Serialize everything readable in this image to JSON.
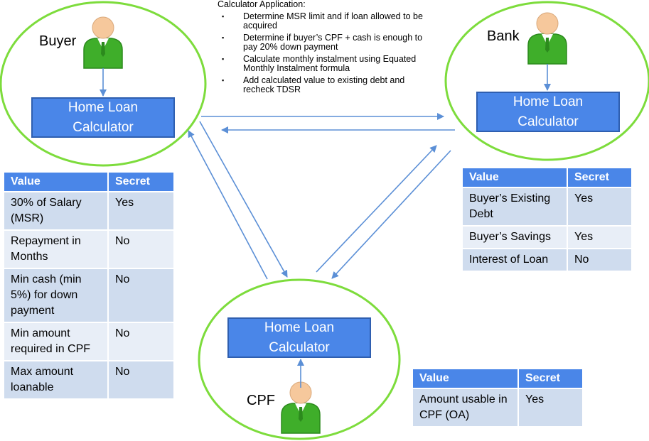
{
  "nodes": {
    "buyer": {
      "label": "Buyer",
      "calculator": "Home Loan Calculator"
    },
    "bank": {
      "label": "Bank",
      "calculator": "Home Loan Calculator"
    },
    "cpf": {
      "label": "CPF",
      "calculator": "Home Loan Calculator"
    }
  },
  "notes": {
    "title": "Calculator Application:",
    "items": [
      "Determine MSR limit and if loan allowed to be acquired",
      "Determine if buyer’s CPF + cash is enough to pay 20% down payment",
      "Calculate monthly instalment using Equated Monthly Instalment formula",
      "Add calculated value to existing debt and recheck TDSR"
    ]
  },
  "buyer_table": {
    "headers": [
      "Value",
      "Secret"
    ],
    "rows": [
      [
        "30% of Salary (MSR)",
        "Yes"
      ],
      [
        "Repayment in Months",
        "No"
      ],
      [
        "Min cash (min 5%) for down payment",
        "No"
      ],
      [
        "Min amount required in CPF",
        "No"
      ],
      [
        "Max amount loanable",
        "No"
      ]
    ]
  },
  "bank_table": {
    "headers": [
      "Value",
      "Secret"
    ],
    "rows": [
      [
        "Buyer’s Existing Debt",
        "Yes"
      ],
      [
        "Buyer’s Savings",
        "Yes"
      ],
      [
        "Interest of Loan",
        "No"
      ]
    ]
  },
  "cpf_table": {
    "headers": [
      "Value",
      "Secret"
    ],
    "rows": [
      [
        "Amount usable in CPF (OA)",
        "Yes"
      ]
    ]
  },
  "colors": {
    "circle_stroke": "#7ddc3c",
    "calc_fill": "#4a86e8",
    "arrow": "#5b8fd6",
    "person_head": "#f6c89c",
    "person_body": "#3fae2a",
    "header_fill": "#4a86e8",
    "row_dark": "#cfdcee",
    "row_light": "#e8eef7"
  }
}
